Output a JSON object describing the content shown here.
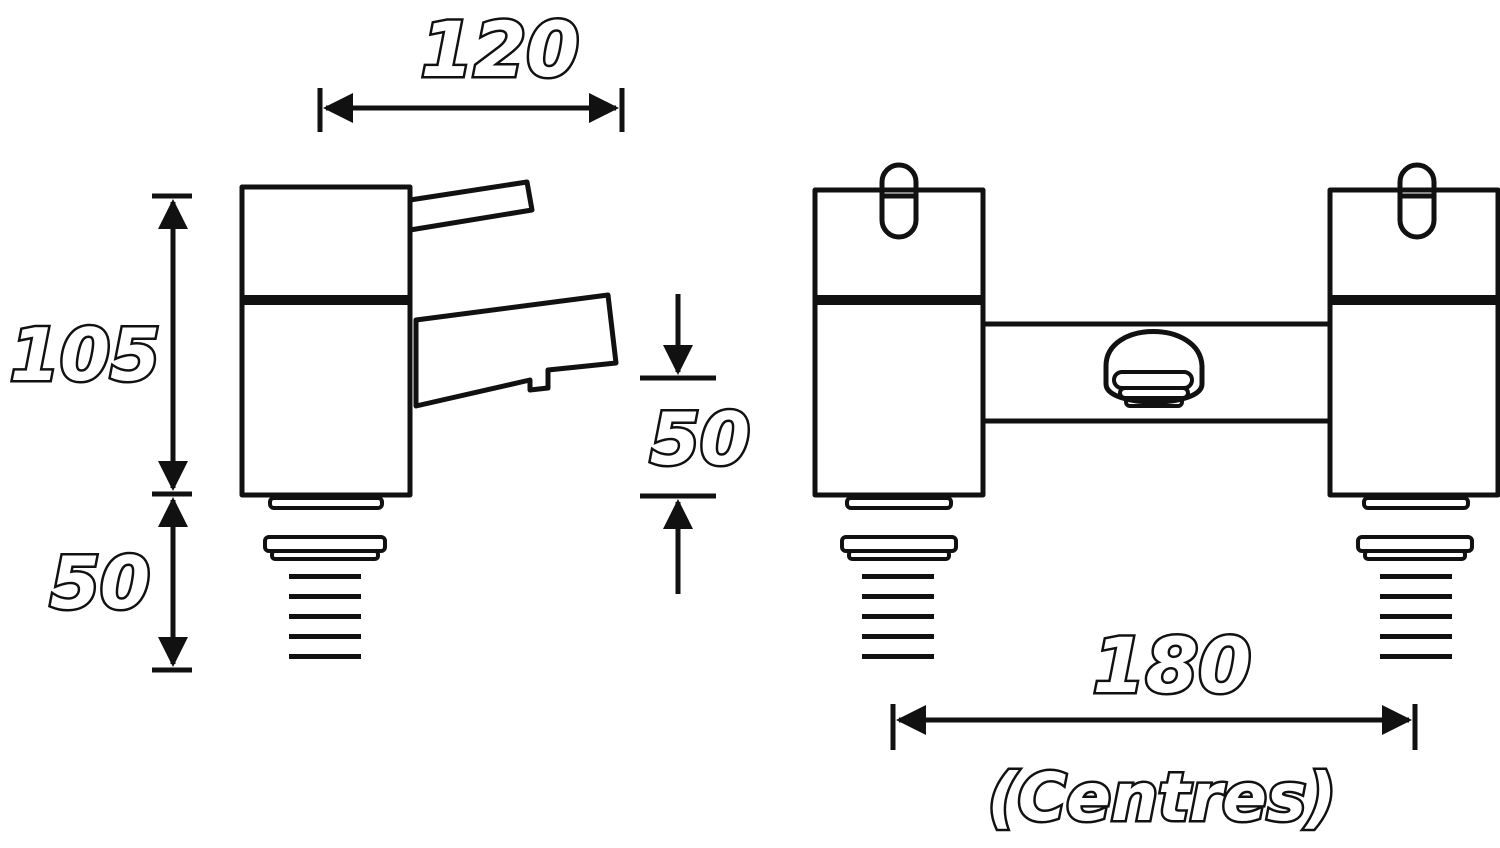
{
  "dimensions": {
    "width_top": "120",
    "height_body": "105",
    "height_thread": "50",
    "spout_height": "50",
    "centres_value": "180",
    "centres_label": "(Centres)"
  }
}
